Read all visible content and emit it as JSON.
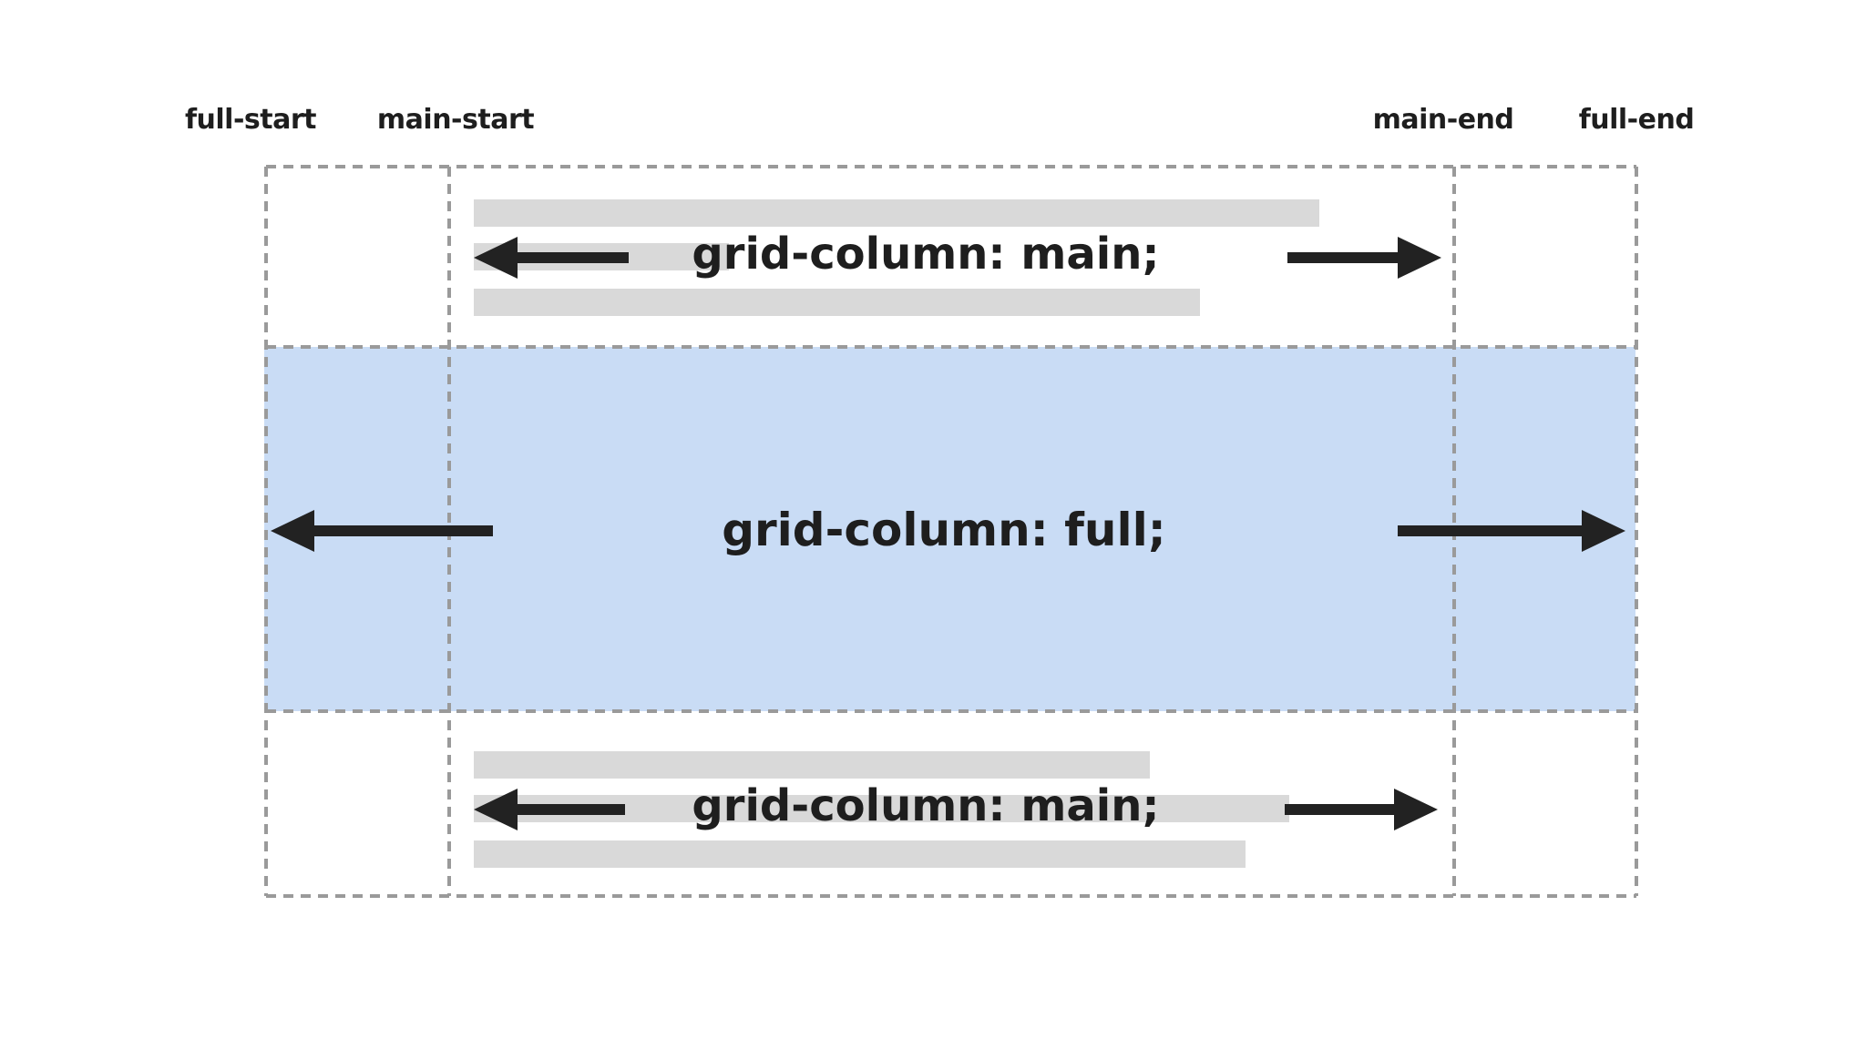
{
  "grid_lines": {
    "full_start": "full-start",
    "main_start": "main-start",
    "main_end": "main-end",
    "full_end": "full-end"
  },
  "rows": {
    "top": {
      "label": "grid-column: main;"
    },
    "middle": {
      "label": "grid-column: full;"
    },
    "bottom": {
      "label": "grid-column: main;"
    }
  },
  "colors": {
    "full_band_fill": "#c9dcf5",
    "dashed_line": "#9a9a9a",
    "placeholder_bar": "#d9d9d9",
    "arrow": "#222222",
    "text": "#1e1e1e"
  }
}
